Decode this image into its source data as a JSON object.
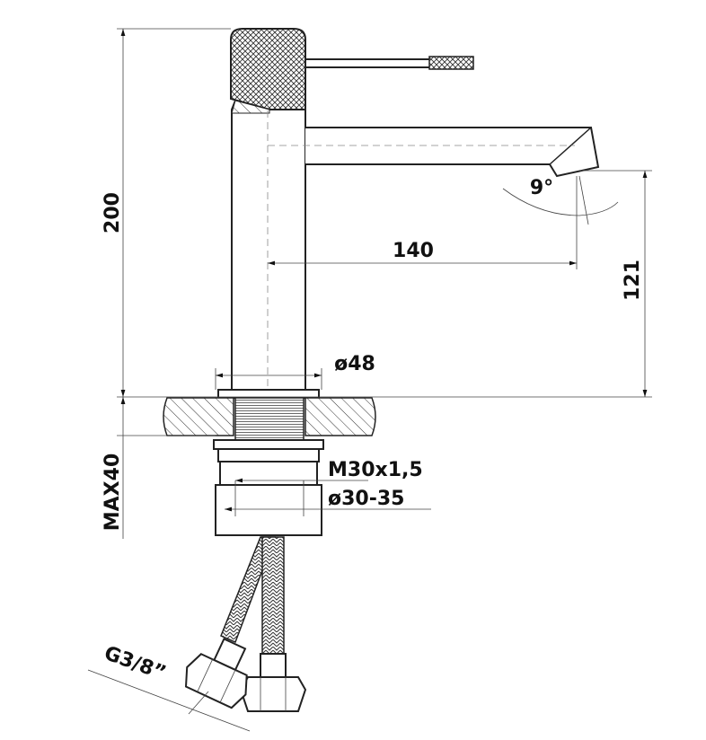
{
  "title": "Faucet technical drawing",
  "dimensions": {
    "height_total": "200",
    "spout_reach": "140",
    "spout_angle": "9°",
    "spout_height": "121",
    "body_diameter": "ø48",
    "max_counter_thickness": "MAX40",
    "thread": "M30x1,5",
    "hole_diameter": "ø30-35",
    "hose_connection": "G3/8”"
  },
  "colors": {
    "line": "#222222",
    "background": "#ffffff"
  }
}
